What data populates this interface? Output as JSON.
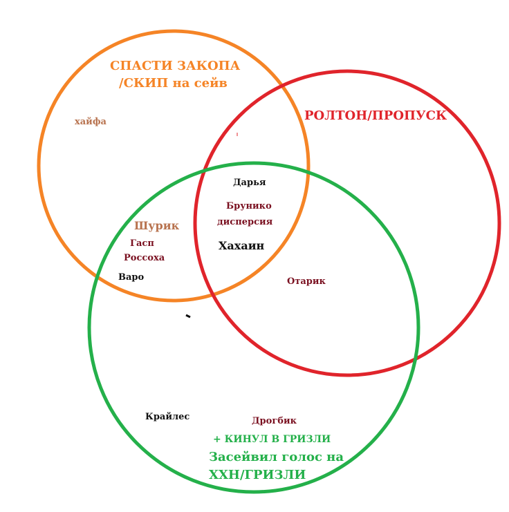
{
  "colors": {
    "orange": "#F58426",
    "red": "#E0242B",
    "green": "#24B04A",
    "dark_red": "#7A1020",
    "black": "#111111",
    "brown": "#B8734F"
  },
  "sets": {
    "orange": {
      "title_line1": "СПАСТИ ЗАКОПА",
      "title_line2": "/СКИП на сейв"
    },
    "red": {
      "title": "РОЛТОН/ПРОПУСК"
    },
    "green": {
      "line1": "+ КИНУЛ В ГРИЗЛИ",
      "line2": "Засейвил голос на",
      "line3": "ХХН/ГРИЗЛИ"
    }
  },
  "names": {
    "haifa": "хайфа",
    "darya": "Дарья",
    "bruniko": "Брунико",
    "dispersiya": "дисперсия",
    "hahain": "Хахаин",
    "shurik": "Шурик",
    "gasp": "Гасп",
    "rossoha": "Россоха",
    "varo": "Варо",
    "otarik": "Отарик",
    "krailes": "Крайлес",
    "drogbik": "Дрогбик"
  }
}
